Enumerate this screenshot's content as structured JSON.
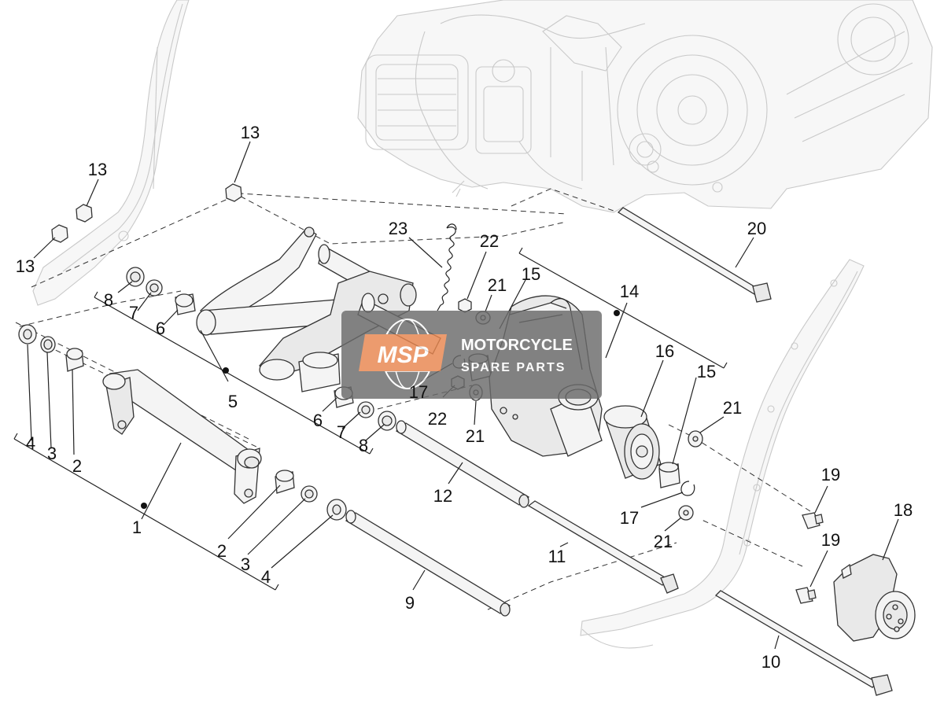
{
  "diagram": {
    "callouts": [
      {
        "id": "c1",
        "text": "1"
      },
      {
        "id": "c2a",
        "text": "2"
      },
      {
        "id": "c2b",
        "text": "2"
      },
      {
        "id": "c3a",
        "text": "3"
      },
      {
        "id": "c3b",
        "text": "3"
      },
      {
        "id": "c4a",
        "text": "4"
      },
      {
        "id": "c4b",
        "text": "4"
      },
      {
        "id": "c5",
        "text": "5"
      },
      {
        "id": "c6a",
        "text": "6"
      },
      {
        "id": "c6b",
        "text": "6"
      },
      {
        "id": "c7a",
        "text": "7"
      },
      {
        "id": "c7b",
        "text": "7"
      },
      {
        "id": "c8a",
        "text": "8"
      },
      {
        "id": "c8b",
        "text": "8"
      },
      {
        "id": "c9",
        "text": "9"
      },
      {
        "id": "c10",
        "text": "10"
      },
      {
        "id": "c11",
        "text": "11"
      },
      {
        "id": "c12",
        "text": "12"
      },
      {
        "id": "c13a",
        "text": "13"
      },
      {
        "id": "c13b",
        "text": "13"
      },
      {
        "id": "c13c",
        "text": "13"
      },
      {
        "id": "c14",
        "text": "14"
      },
      {
        "id": "c15a",
        "text": "15"
      },
      {
        "id": "c15b",
        "text": "15"
      },
      {
        "id": "c16",
        "text": "16"
      },
      {
        "id": "c17a",
        "text": "17"
      },
      {
        "id": "c17b",
        "text": "17"
      },
      {
        "id": "c18",
        "text": "18"
      },
      {
        "id": "c19a",
        "text": "19"
      },
      {
        "id": "c19b",
        "text": "19"
      },
      {
        "id": "c20",
        "text": "20"
      },
      {
        "id": "c21a",
        "text": "21"
      },
      {
        "id": "c21b",
        "text": "21"
      },
      {
        "id": "c21c",
        "text": "21"
      },
      {
        "id": "c21d",
        "text": "21"
      },
      {
        "id": "c22a",
        "text": "22"
      },
      {
        "id": "c22b",
        "text": "22"
      },
      {
        "id": "c23",
        "text": "23"
      }
    ]
  },
  "watermark": {
    "logo_text": "MSP",
    "line1": "MOTORCYCLE",
    "line2": "SPARE PARTS",
    "accent_color": "#e8864f",
    "panel_color": "#6b6b6b"
  }
}
